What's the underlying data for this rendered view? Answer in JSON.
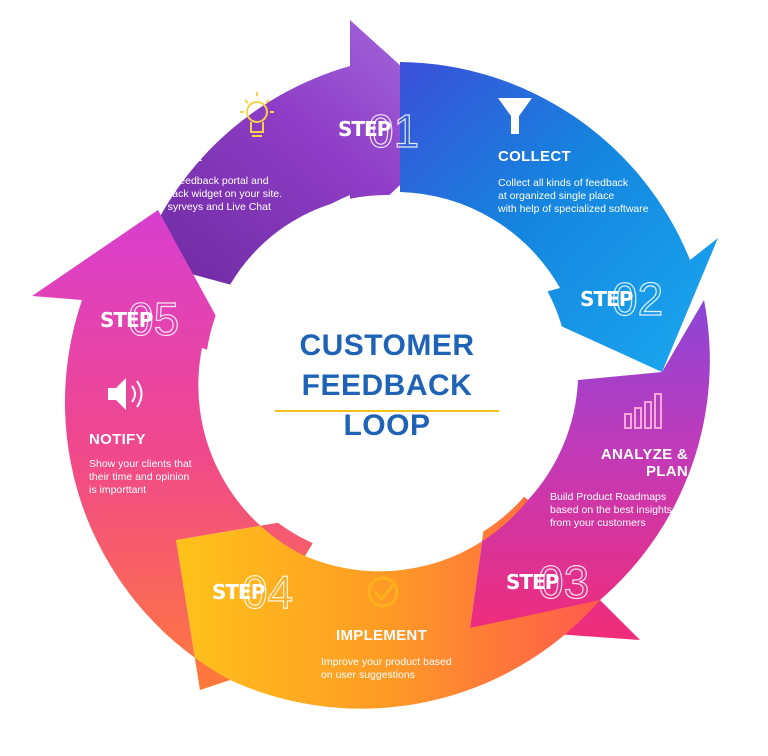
{
  "title": {
    "line1": "CUSTOMER",
    "line2": "FEEDBACK LOOP"
  },
  "colors": {
    "title_blue": "#1e63b6",
    "underline_yellow": "#f2c318",
    "ask_purple": "#8f3bc4",
    "collect_blue": "#1f8fe0",
    "analyze_pink": "#e3308c",
    "implement_orange": "#fcb81f",
    "notify_magenta": "#e43fb5"
  },
  "steps": [
    {
      "step_label": "STEP",
      "number": "01",
      "heading": "ASK",
      "lines": [
        "Install feedback portal and",
        "feedback widget on your site.",
        "Use syrveys and Live Chat"
      ],
      "icon": "lightbulb-icon"
    },
    {
      "step_label": "STEP",
      "number": "02",
      "heading": "COLLECT",
      "lines": [
        "Collect all kinds of feedback",
        "at organized single place",
        "with help of specialized software"
      ],
      "icon": "funnel-icon"
    },
    {
      "step_label": "STEP",
      "number": "03",
      "heading_line1": "ANALYZE &",
      "heading_line2": "PLAN",
      "lines": [
        "Build Product Roadmaps",
        "based on the best insights",
        "from your customers"
      ],
      "icon": "bar-chart-icon"
    },
    {
      "step_label": "STEP",
      "number": "04",
      "heading": "IMPLEMENT",
      "lines": [
        "Improve your product based",
        "on user suggestions"
      ],
      "icon": "check-circle-icon"
    },
    {
      "step_label": "STEP",
      "number": "05",
      "heading": "NOTIFY",
      "lines": [
        "Show your clients that",
        "their time and opinion",
        "is importtant"
      ],
      "icon": "speaker-icon"
    }
  ]
}
